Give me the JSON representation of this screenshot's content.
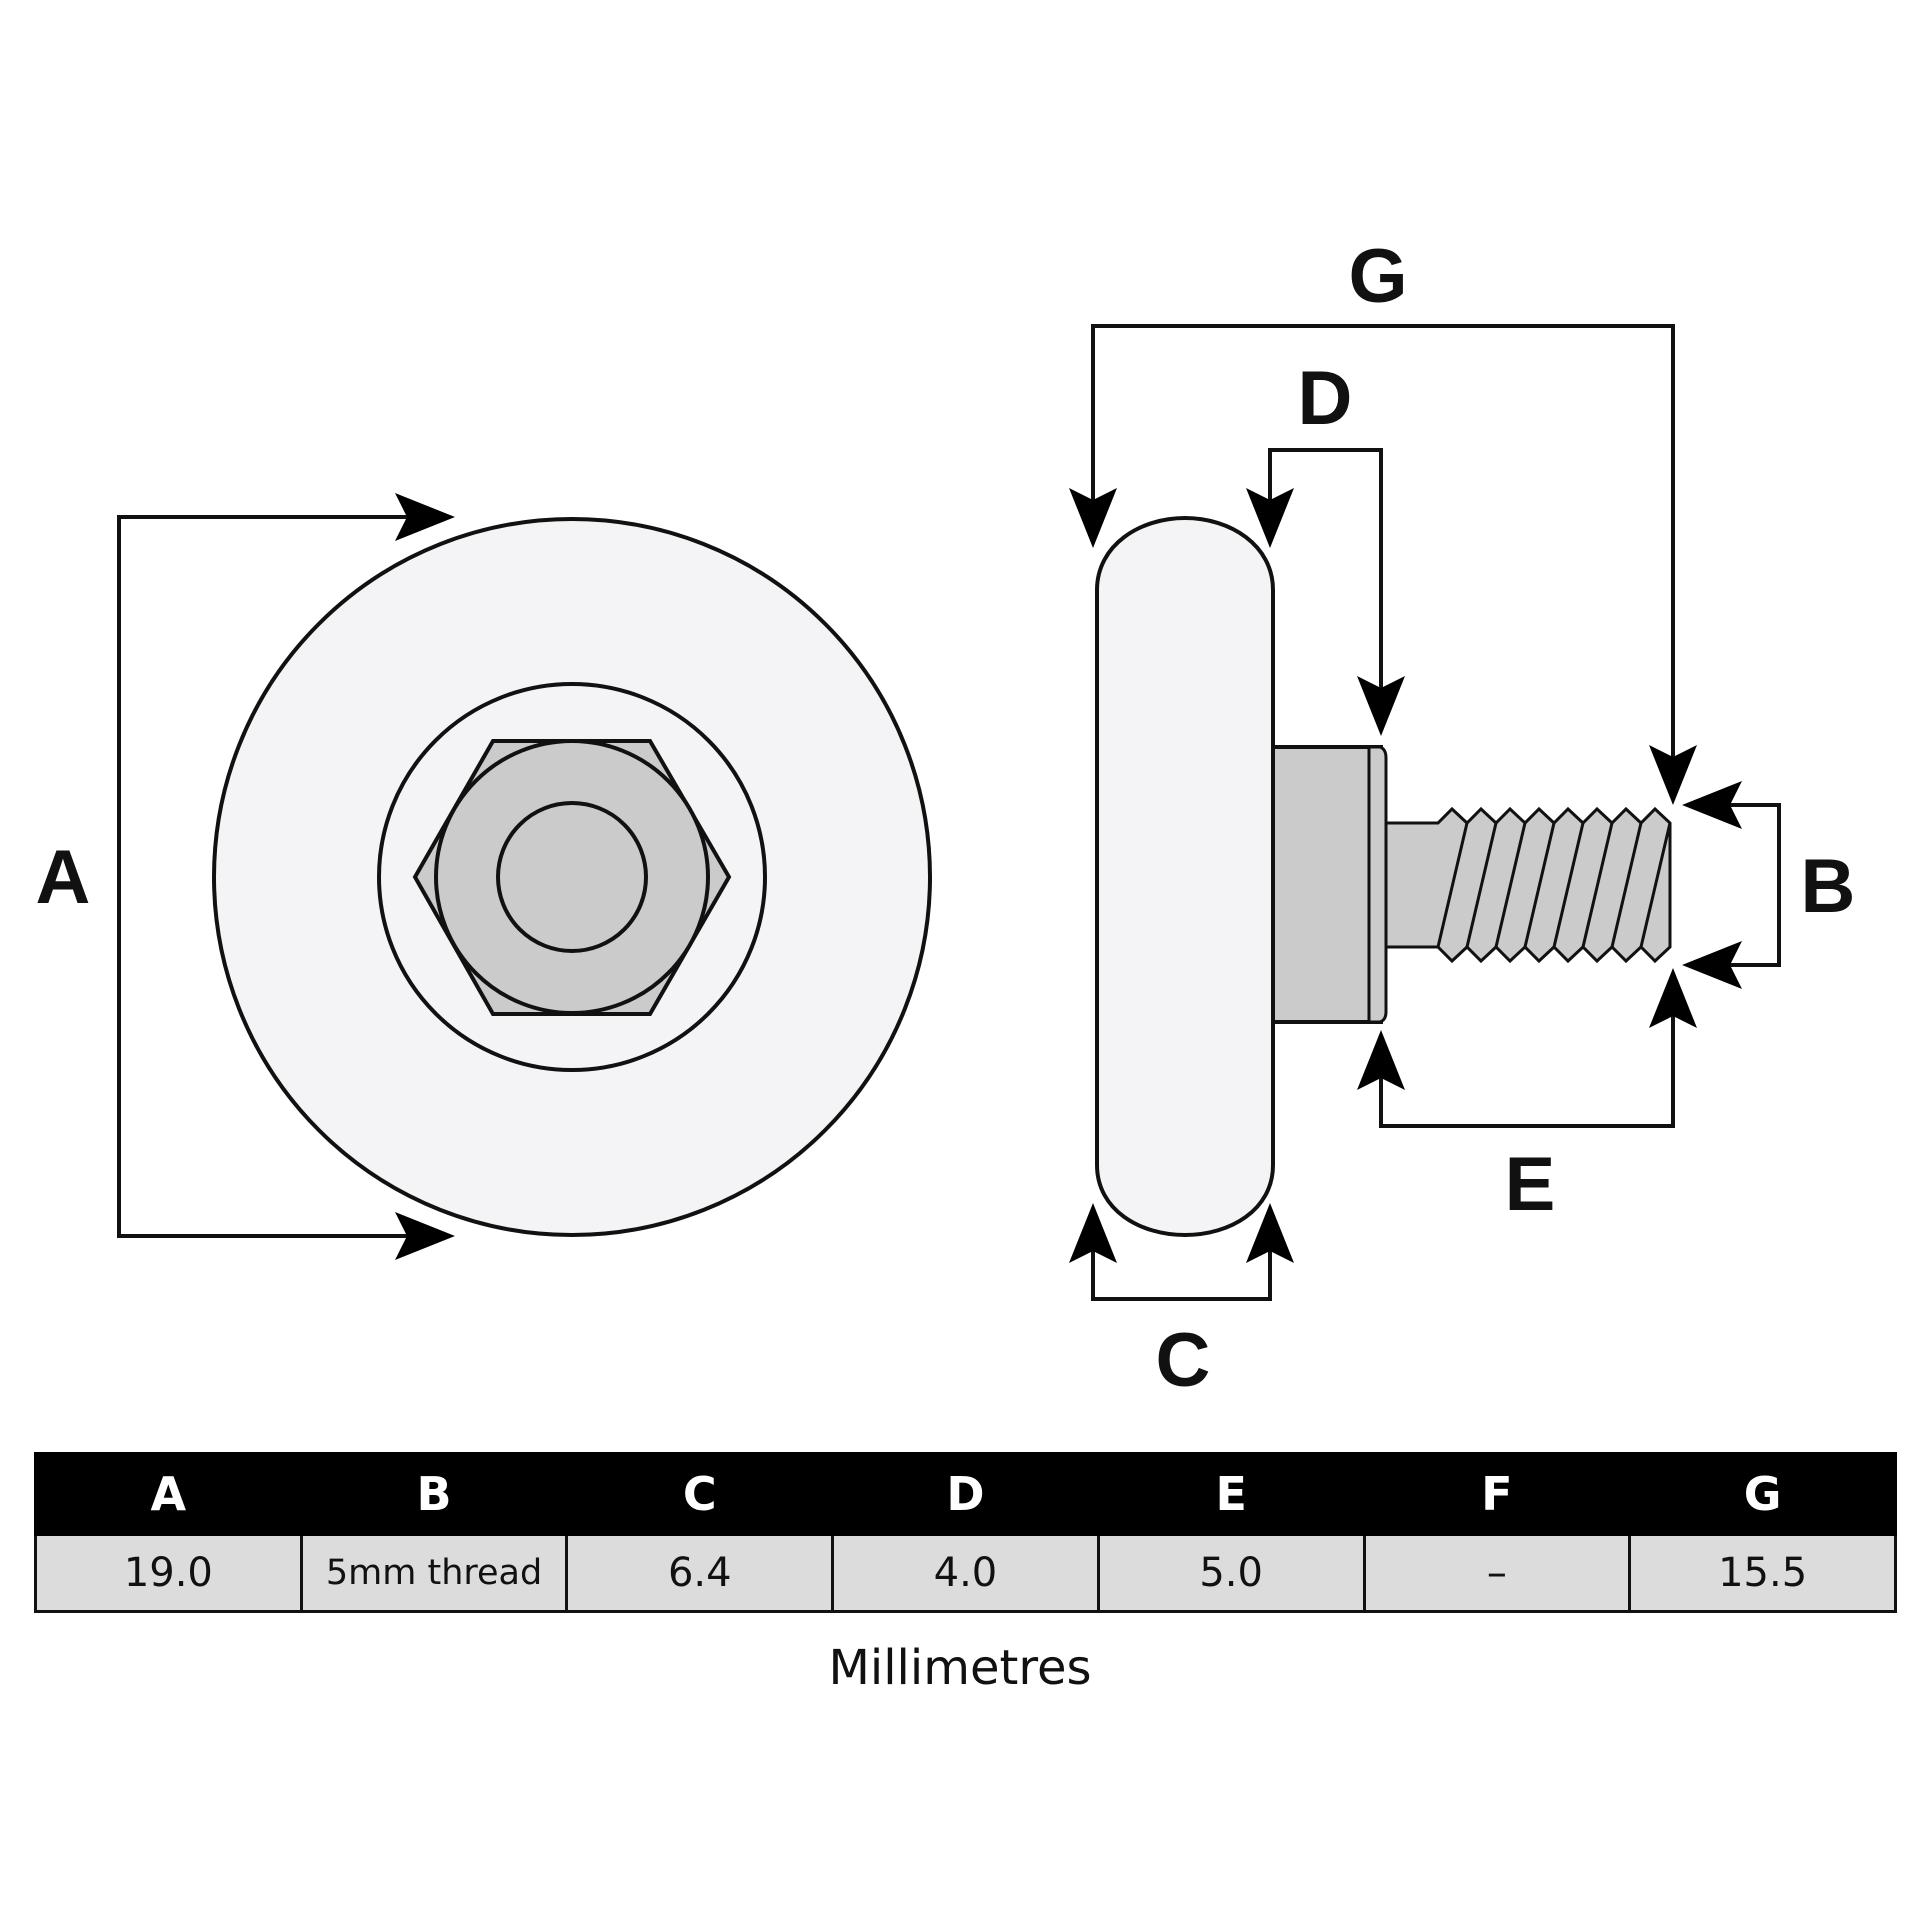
{
  "dimension_labels": {
    "A": "A",
    "B": "B",
    "C": "C",
    "D": "D",
    "E": "E",
    "G": "G"
  },
  "table": {
    "headers": [
      "A",
      "B",
      "C",
      "D",
      "E",
      "F",
      "G"
    ],
    "values": [
      "19.0",
      "5mm thread",
      "6.4",
      "4.0",
      "5.0",
      "–",
      "15.5"
    ]
  },
  "units": "Millimetres",
  "colors": {
    "wheel": "#f4f4f6",
    "metal": "#cbcbcb",
    "outline": "#111111",
    "table_header": "#000000",
    "table_cell": "#dcdcdd"
  }
}
